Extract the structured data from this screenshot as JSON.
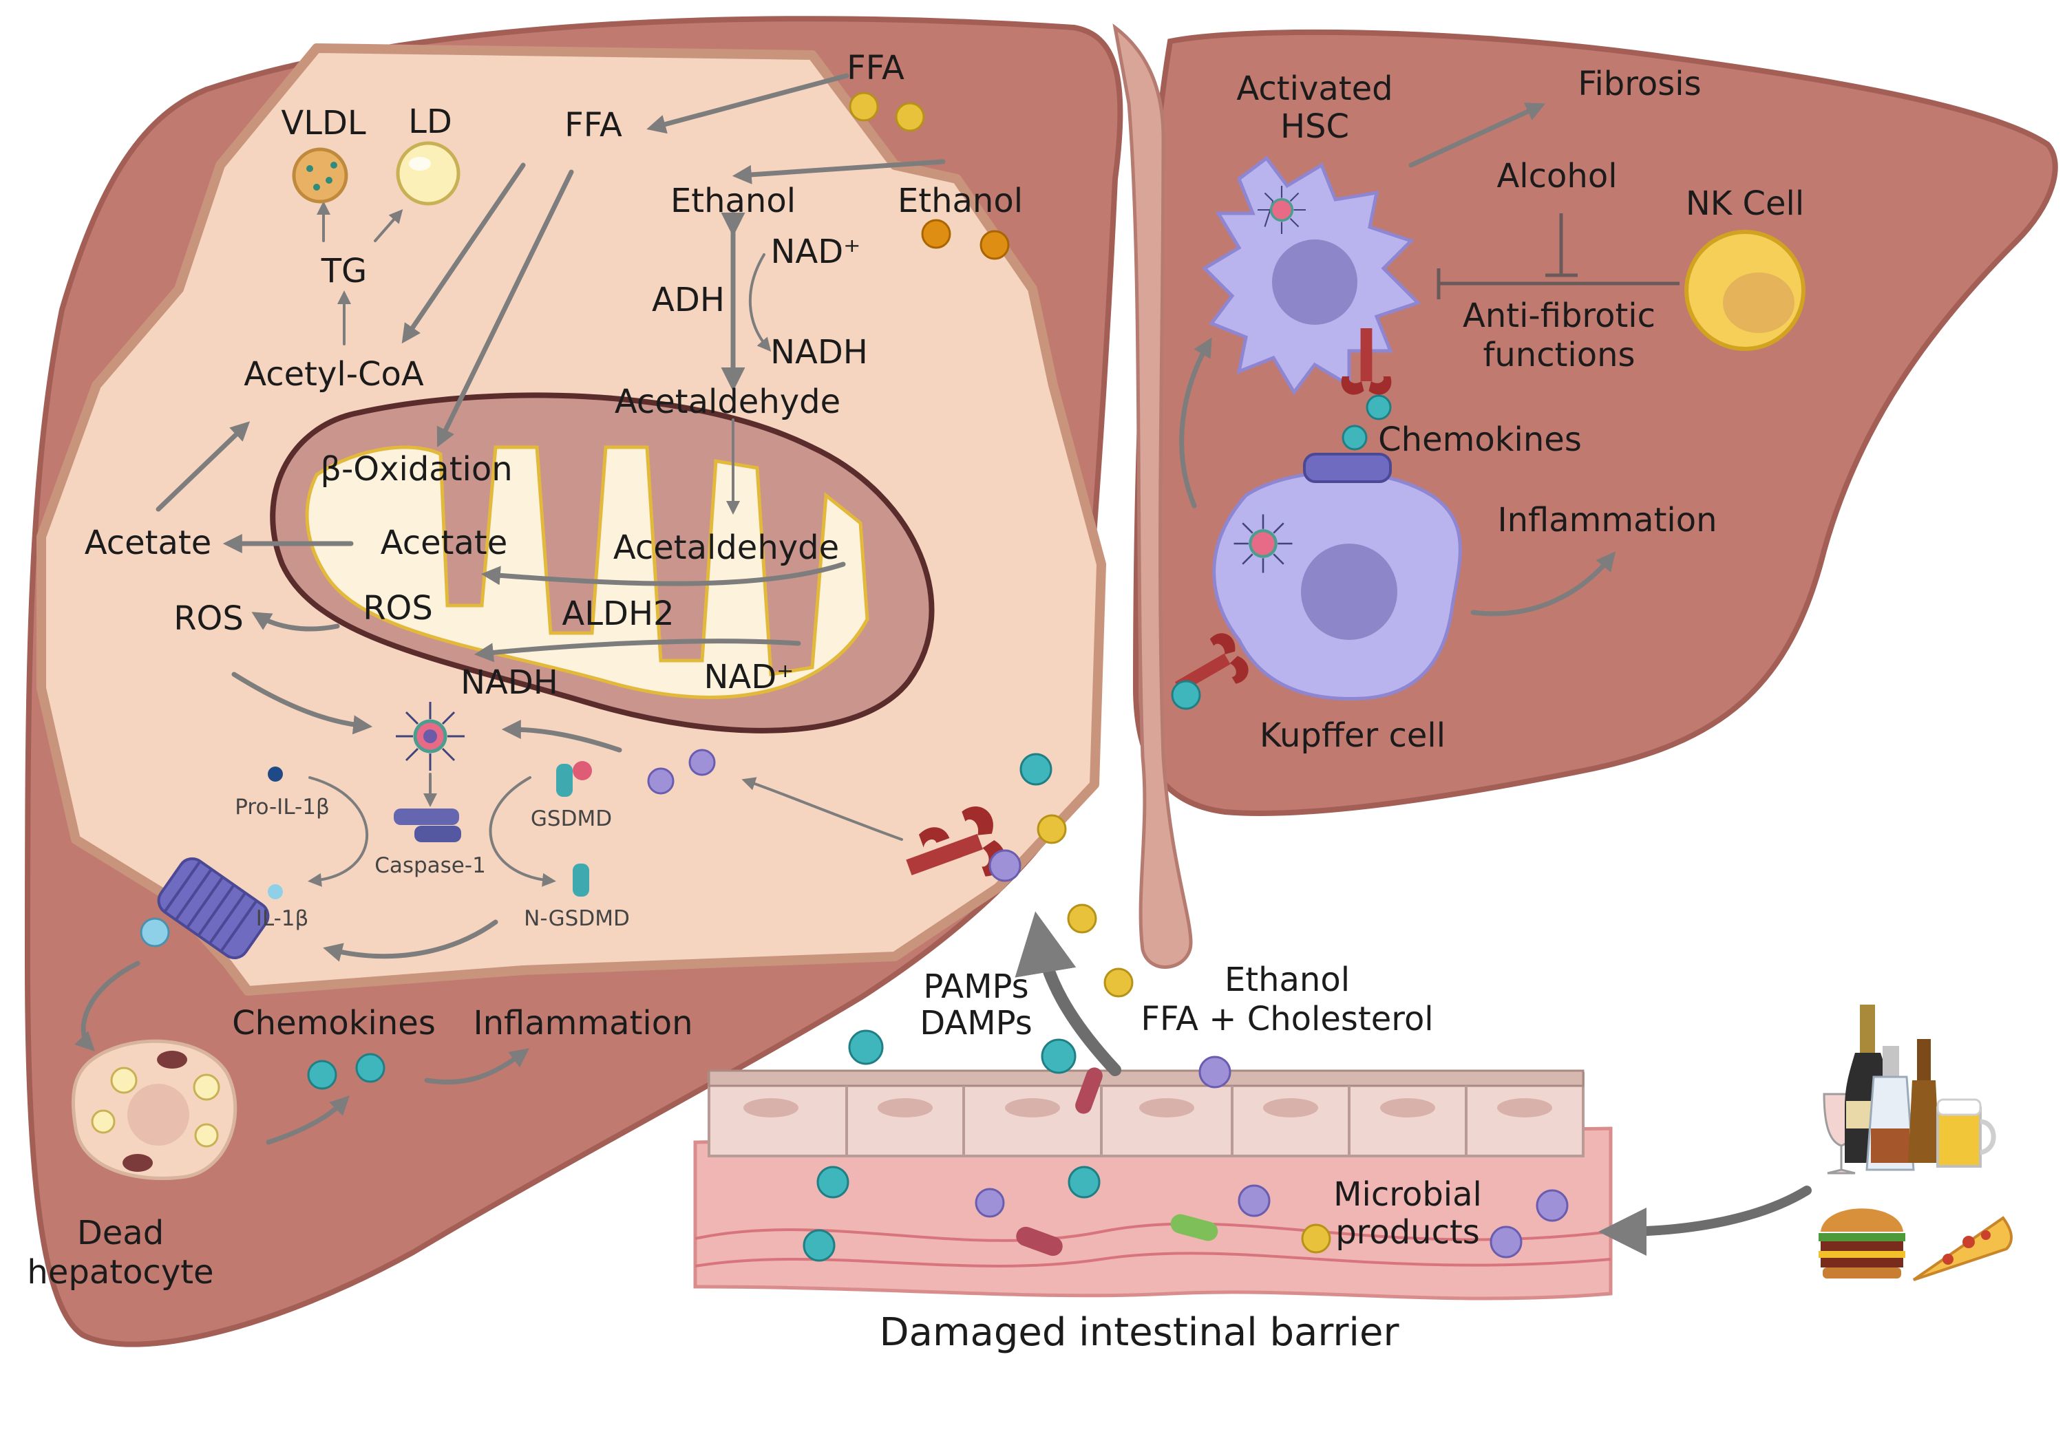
{
  "hepatocyte_labels": {
    "ffa_outside": "FFA",
    "ffa_inside": "FFA",
    "vldl": "VLDL",
    "ld": "LD",
    "tg": "TG",
    "acetyl_coa": "Acetyl-CoA",
    "ethanol_outside": "Ethanol",
    "ethanol_inside": "Ethanol",
    "nad_plus_top": "NAD⁺",
    "adh": "ADH",
    "nadh_top": "NADH",
    "acetaldehyde_cyto": "Acetaldehyde",
    "beta_oxidation": "β-Oxidation",
    "acetate_cyto": "Acetate",
    "acetate_mito": "Acetate",
    "acetaldehyde_mito": "Acetaldehyde",
    "ros_cyto": "ROS",
    "ros_mito": "ROS",
    "aldh2": "ALDH2",
    "nadh_mito": "NADH",
    "nad_plus_mito": "NAD⁺",
    "pro_il1b": "Pro-IL-1β",
    "caspase1": "Caspase-1",
    "gsdmd": "GSDMD",
    "il1b": "IL-1β",
    "n_gsdmd": "N-GSDMD",
    "chemokines": "Chemokines",
    "inflammation": "Inflammation",
    "dead_line1": "Dead",
    "dead_line2": "hepatocyte"
  },
  "right_lobe_labels": {
    "activated_hsc_line1": "Activated",
    "activated_hsc_line2": "HSC",
    "fibrosis": "Fibrosis",
    "alcohol": "Alcohol",
    "nk_cell": "NK Cell",
    "anti_fibrotic_line1": "Anti-fibrotic",
    "anti_fibrotic_line2": "functions",
    "chemokines": "Chemokines",
    "inflammation": "Inflammation",
    "kupffer_cell": "Kupffer cell"
  },
  "gut_labels": {
    "pamps": "PAMPs",
    "damps": "DAMPs",
    "ethanol": "Ethanol",
    "ffa_cholesterol": "FFA + Cholesterol",
    "microbial_line1": "Microbial",
    "microbial_line2": "products",
    "barrier": "Damaged intestinal barrier"
  },
  "colors": {
    "liver": "#c07a70",
    "liver_edge": "#a35e56",
    "cell": "#f6d5c0",
    "mito": "#c9958c",
    "cristae": "#fdf3dc",
    "teal": "#3fb6bc",
    "purple": "#9f91d8",
    "gold": "#e8c23a",
    "kupffer": "#b9b3ee"
  },
  "icons": [
    "inflammasome-icon",
    "tlr-receptor-icon",
    "kupffer-cell-icon",
    "stellate-cell-icon",
    "nk-cell-icon",
    "wine-glass-icon",
    "bottle-icon",
    "beer-mug-icon",
    "burger-icon",
    "pizza-icon"
  ]
}
